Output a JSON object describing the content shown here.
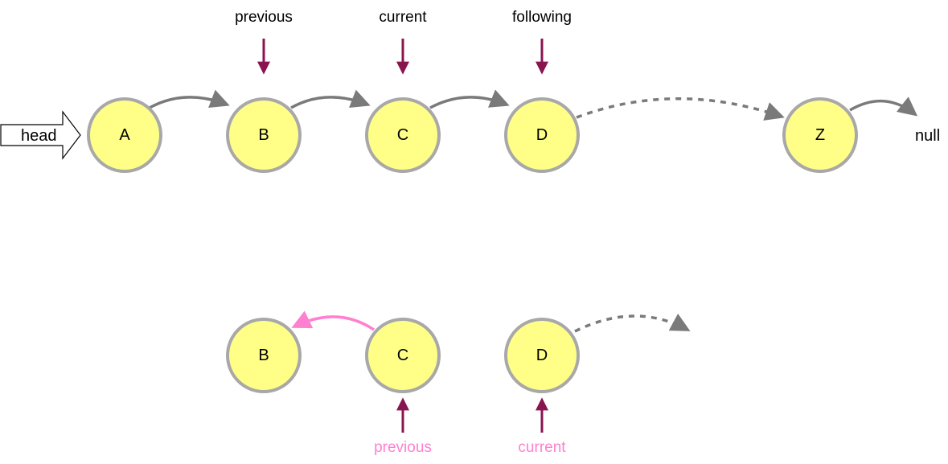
{
  "top_row": {
    "head_label": "head",
    "nodes": [
      {
        "id": "A",
        "label": "A"
      },
      {
        "id": "B",
        "label": "B"
      },
      {
        "id": "C",
        "label": "C"
      },
      {
        "id": "D",
        "label": "D"
      },
      {
        "id": "Z",
        "label": "Z"
      }
    ],
    "pointers": [
      {
        "label": "previous",
        "target": "B"
      },
      {
        "label": "current",
        "target": "C"
      },
      {
        "label": "following",
        "target": "D"
      }
    ],
    "null_label": "null"
  },
  "bottom_row": {
    "nodes": [
      {
        "id": "B",
        "label": "B"
      },
      {
        "id": "C",
        "label": "C"
      },
      {
        "id": "D",
        "label": "D"
      }
    ],
    "pointers": [
      {
        "label": "previous",
        "target": "C"
      },
      {
        "label": "current",
        "target": "D"
      }
    ]
  },
  "colors": {
    "node_fill": "#ffff88",
    "node_stroke": "#a8a8a8",
    "edge": "#7a7a7a",
    "reversed_edge": "#ff80d0",
    "pointer_arrow": "#8a1450",
    "pink_label": "#ff80d0"
  }
}
